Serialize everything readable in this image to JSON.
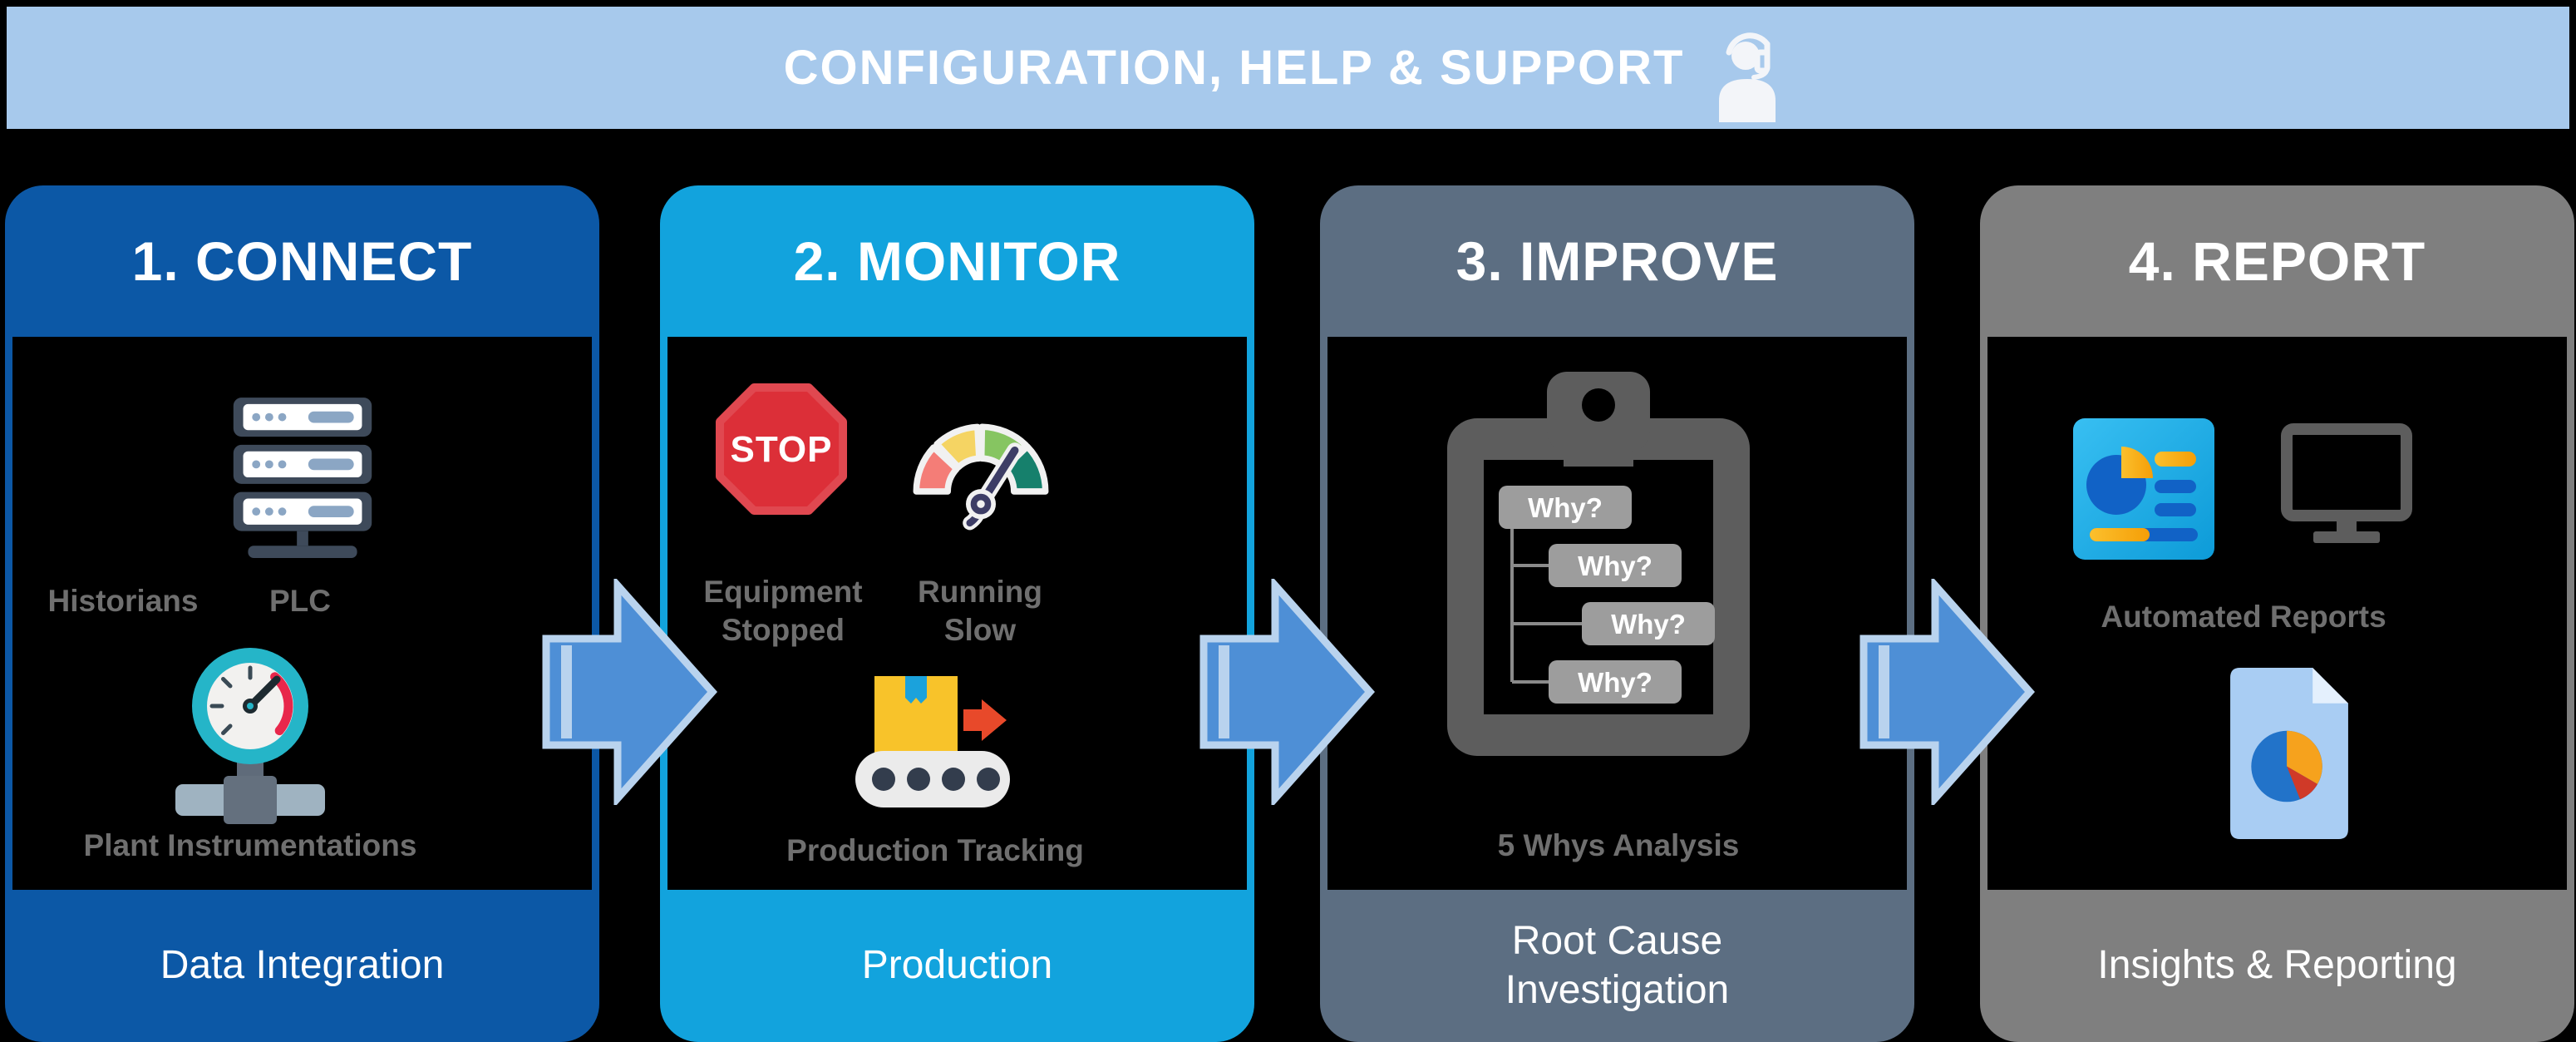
{
  "title_bar": {
    "title": "CONFIGURATION, HELP & SUPPORT",
    "icon": "support-agent-icon",
    "bg_color": "#a7c9ec"
  },
  "colors": {
    "background": "#000000",
    "connect_blue": "#0c58a6",
    "monitor_cyan": "#12a3dd",
    "improve_slate": "#5c6e82",
    "report_gray": "#7f7f7f",
    "arrow_fill": "#4e8fd6",
    "arrow_outline": "#b9d3ee",
    "body_label_gray": "#6f6f6f",
    "stop_red": "#dc2f38"
  },
  "cards": [
    {
      "id": "connect",
      "step_label": "1. CONNECT",
      "footer_label": "Data Integration",
      "accent_color": "#0c58a6",
      "items": {
        "historians": "Historians",
        "plc": "PLC",
        "plant_instrumentations": "Plant Instrumentations"
      }
    },
    {
      "id": "monitor",
      "step_label": "2. MONITOR",
      "footer_label": "Production",
      "accent_color": "#12a3dd",
      "items": {
        "equipment_stopped": "Equipment Stopped",
        "running_slow": "Running Slow",
        "production_tracking": "Production Tracking",
        "stop_sign_text": "STOP"
      }
    },
    {
      "id": "improve",
      "step_label": "3. IMPROVE",
      "footer_label": "Root Cause Investigation",
      "accent_color": "#5c6e82",
      "items": {
        "analysis_label": "5 Whys Analysis",
        "why_boxes": [
          "Why?",
          "Why?",
          "Why?",
          "Why?"
        ]
      }
    },
    {
      "id": "report",
      "step_label": "4. REPORT",
      "footer_label": "Insights & Reporting",
      "accent_color": "#7f7f7f",
      "items": {
        "automated_reports": "Automated Reports"
      }
    }
  ]
}
